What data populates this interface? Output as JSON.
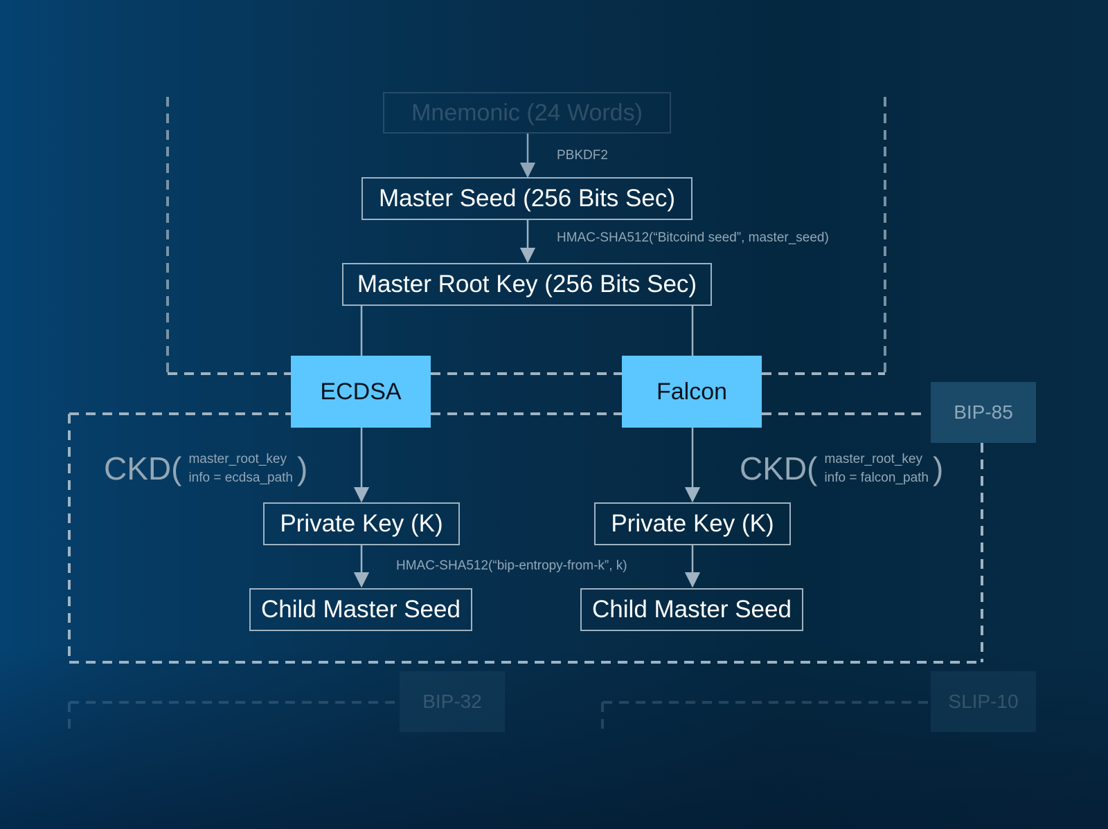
{
  "nodes": {
    "mnemonic": "Mnemonic (24 Words)",
    "master_seed": "Master Seed (256 Bits Sec)",
    "master_root_key": "Master Root Key (256 Bits Sec)",
    "private_key_ecdsa": "Private Key (K)",
    "private_key_falcon": "Private Key (K)",
    "child_seed_ecdsa": "Child Master Seed",
    "child_seed_falcon": "Child Master Seed"
  },
  "algorithms": {
    "ecdsa": "ECDSA",
    "falcon": "Falcon"
  },
  "edges": {
    "pbkdf2": "PBKDF2",
    "hmac_seed": "HMAC-SHA512(“Bitcoind seed”, master_seed)",
    "hmac_entropy": "HMAC-SHA512(“bip-entropy-from-k”, k)"
  },
  "ckd_ecdsa": {
    "fn": "CKD(",
    "arg1": "master_root_key",
    "arg2": "info = ecdsa_path",
    "close": ")"
  },
  "ckd_falcon": {
    "fn": "CKD(",
    "arg1": "master_root_key",
    "arg2": "info = falcon_path",
    "close": ")"
  },
  "tags": {
    "bip85": "BIP-85",
    "bip32": "BIP-32",
    "slip10": "SLIP-10"
  },
  "colors": {
    "background": "#052f4d",
    "accent": "#5cc7ff",
    "box_border": "#9fb3c2",
    "muted_text": "#93a7b6",
    "tag_bg": "#1a4a67"
  }
}
